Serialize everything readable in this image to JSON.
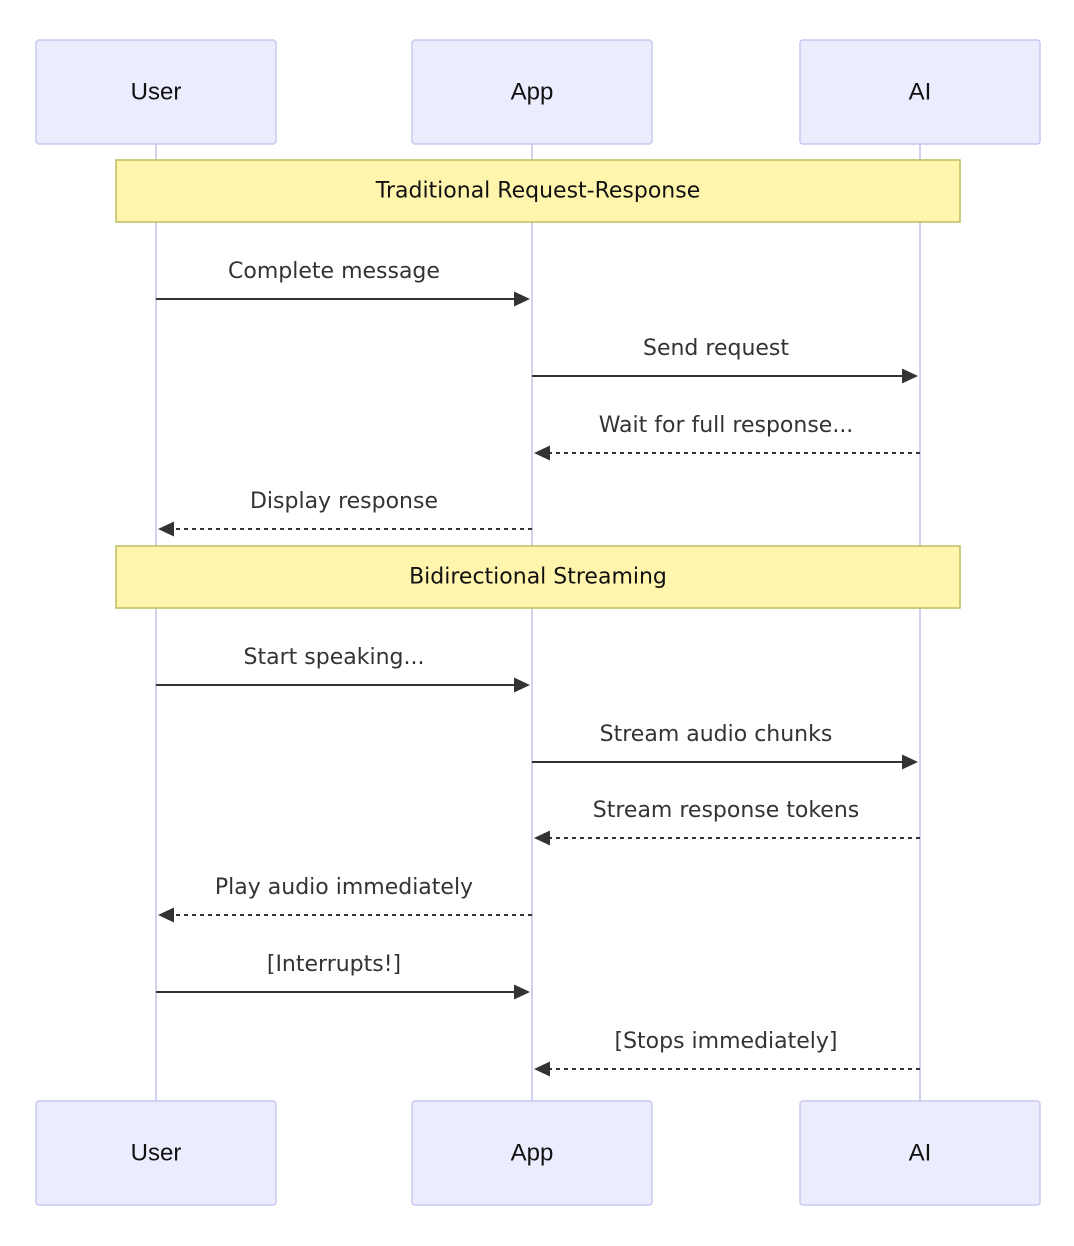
{
  "actors": [
    {
      "id": "user",
      "label": "User"
    },
    {
      "id": "app",
      "label": "App"
    },
    {
      "id": "ai",
      "label": "AI"
    }
  ],
  "sections": [
    {
      "note": "Traditional Request-Response",
      "messages": [
        {
          "from": "user",
          "to": "app",
          "label": "Complete message",
          "style": "solid"
        },
        {
          "from": "app",
          "to": "ai",
          "label": "Send request",
          "style": "solid"
        },
        {
          "from": "ai",
          "to": "app",
          "label": "Wait for full response...",
          "style": "dashed"
        },
        {
          "from": "app",
          "to": "user",
          "label": "Display response",
          "style": "dashed"
        }
      ]
    },
    {
      "note": "Bidirectional Streaming",
      "messages": [
        {
          "from": "user",
          "to": "app",
          "label": "Start speaking...",
          "style": "solid"
        },
        {
          "from": "app",
          "to": "ai",
          "label": "Stream audio chunks",
          "style": "solid"
        },
        {
          "from": "ai",
          "to": "app",
          "label": "Stream response tokens",
          "style": "dashed"
        },
        {
          "from": "app",
          "to": "user",
          "label": "Play audio immediately",
          "style": "dashed"
        },
        {
          "from": "user",
          "to": "app",
          "label": "[Interrupts!]",
          "style": "solid"
        },
        {
          "from": "ai",
          "to": "app",
          "label": "[Stops immediately]",
          "style": "dashed"
        }
      ]
    }
  ]
}
